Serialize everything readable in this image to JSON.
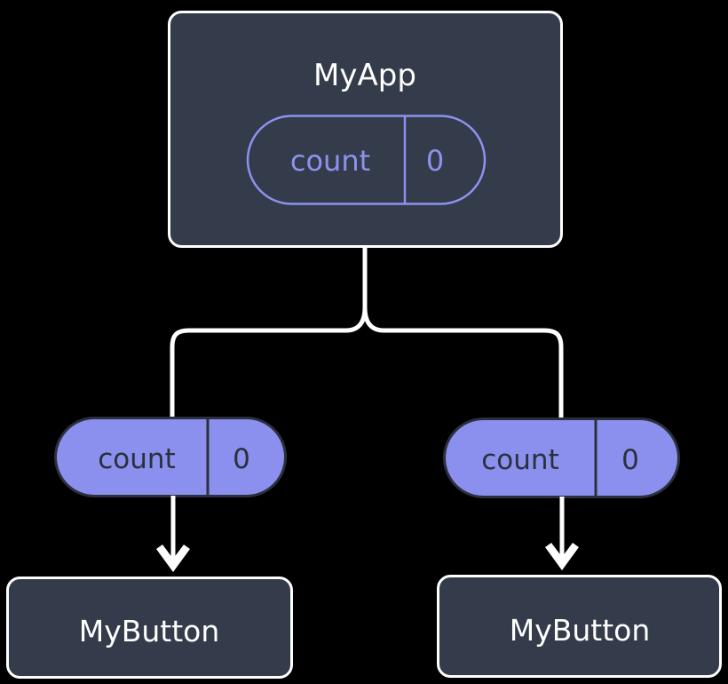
{
  "diagram": {
    "type": "component-state-tree",
    "background_color": "#000000",
    "colors": {
      "node_fill": "#343b4a",
      "node_stroke": "#ffffff",
      "node_text": "#ffffff",
      "pill_accent": "#8d92f0",
      "pill_filled_fill": "#8b90ee",
      "pill_filled_stroke": "#2b303d",
      "pill_filled_text": "#2b303d",
      "connector": "#ffffff",
      "arrow": "#ffffff"
    },
    "root": {
      "id": "myapp",
      "label": "MyApp",
      "state": {
        "key": "count",
        "value": "0"
      }
    },
    "children": [
      {
        "id": "left-branch",
        "prop": {
          "key": "count",
          "value": "0"
        },
        "node": {
          "id": "mybutton-left",
          "label": "MyButton"
        }
      },
      {
        "id": "right-branch",
        "prop": {
          "key": "count",
          "value": "0"
        },
        "node": {
          "id": "mybutton-right",
          "label": "MyButton"
        }
      }
    ]
  }
}
